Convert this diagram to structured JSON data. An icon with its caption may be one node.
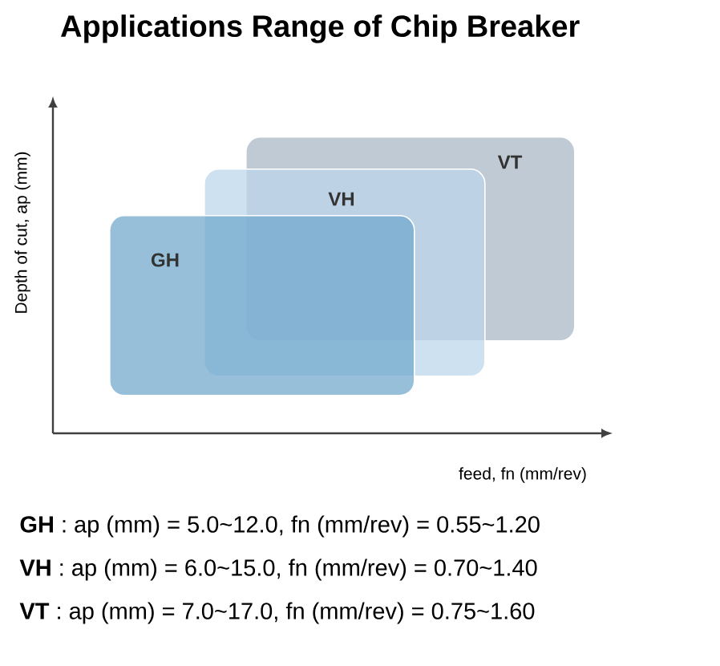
{
  "diagram": {
    "title": "Applications Range of Chip Breaker",
    "nodes": [
      {
        "text": [
          "VT"
        ]
      },
      {
        "text": [
          "VH"
        ]
      },
      {
        "text": [
          "GH"
        ]
      }
    ],
    "edges": [],
    "labels": [
      "Depth of cut, ap (mm)",
      "feed, fn (mm/rev)",
      "**GH** : ap (mm) = 5.0~12.0, fn (mm/rev) = 0.55~1.20",
      "**VH** : ap (mm) = 6.0~15.0, fn (mm/rev) = 0.70~1.40",
      "**VT** : ap (mm) = 7.0~17.0, fn (mm/rev) = 0.75~1.60"
    ]
  }
}
